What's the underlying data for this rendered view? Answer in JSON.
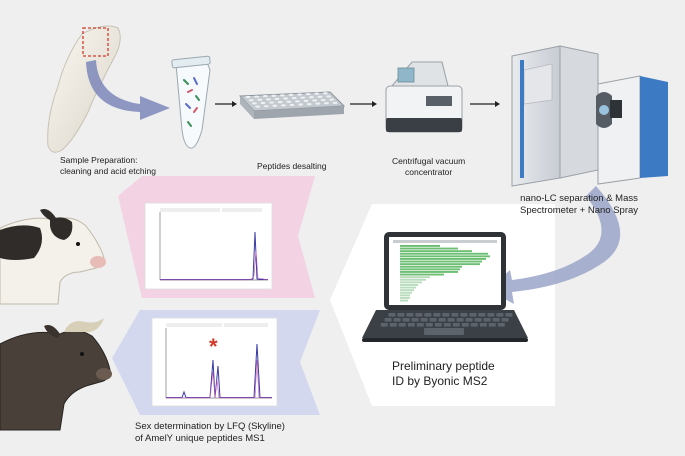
{
  "steps": {
    "sample_prep": "Sample Preparation:\ncleaning and acid etching",
    "desalting": "Peptides desalting",
    "concentrator": "Centrifugal vacuum\nconcentrator",
    "nano_lc": "nano-LC separation & Mass\nSpectrometer +  Nano Spray",
    "byonic": "Preliminary peptide\nID by Byonic MS2",
    "sex_determination": "Sex determination by LFQ (Skyline)\nof AmelY unique peptides MS1"
  },
  "markers": {
    "significance": "*"
  },
  "colors": {
    "background": "#efefef",
    "pink_arrow": "#f3d3e3",
    "lavender_arrow": "#d3d8ef",
    "flow_arrow": "#9aa4c8",
    "chromatogram_peak": "#3a3aa8",
    "asterisk": "#d23a2a",
    "instrument_blue": "#3d7ac4",
    "laptop_dark": "#2f3338",
    "id_bars": "#6cbf73"
  }
}
